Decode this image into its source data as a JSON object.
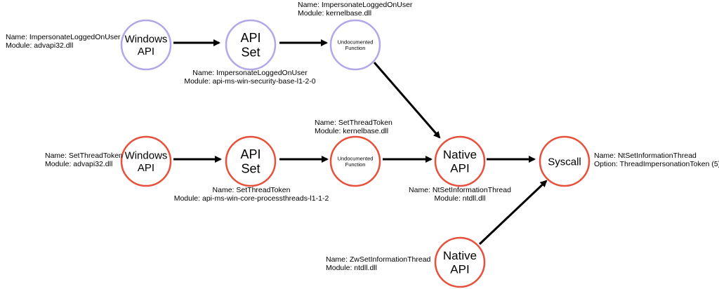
{
  "colors": {
    "purple": "#b0a8e8",
    "red": "#e8503c"
  },
  "nodes": {
    "top_windows": {
      "lines": [
        "Windows",
        "API"
      ]
    },
    "top_apiset": {
      "lines": [
        "API",
        "Set"
      ]
    },
    "top_undoc": {
      "lines": [
        "Undocumented",
        "Function"
      ]
    },
    "mid_windows": {
      "lines": [
        "Windows",
        "API"
      ]
    },
    "mid_apiset": {
      "lines": [
        "API",
        "Set"
      ]
    },
    "mid_undoc": {
      "lines": [
        "Undocumented",
        "Function"
      ]
    },
    "native": {
      "lines": [
        "Native",
        "API"
      ]
    },
    "syscall": {
      "lines": [
        "Syscall"
      ]
    },
    "bottom_native": {
      "lines": [
        "Native",
        "API"
      ]
    }
  },
  "notes": {
    "top_windows": [
      "Name: ImpersonateLoggedOnUser",
      "Module: advapi32.dll"
    ],
    "top_apiset": [
      "Name: ImpersonateLoggedOnUser",
      "Module: api-ms-win-security-base-l1-2-0"
    ],
    "top_undoc": [
      "Name: ImpersonateLoggedOnUser",
      "Module: kernelbase.dll"
    ],
    "mid_windows": [
      "Name: SetThreadToken",
      "Module: advapi32.dll"
    ],
    "mid_apiset": [
      "Name: SetThreadToken",
      "Module: api-ms-win-core-processthreads-l1-1-2"
    ],
    "mid_undoc": [
      "Name: SetThreadToken",
      "Module: kernelbase.dll"
    ],
    "native": [
      "Name: NtSetInformationThread",
      "Module: ntdll.dll"
    ],
    "syscall": [
      "Name: NtSetInformationThread",
      "Option: ThreadImpersonationToken (5)"
    ],
    "bottom_native": [
      "Name: ZwSetInformationThread",
      "Module: ntdll.dll"
    ]
  }
}
